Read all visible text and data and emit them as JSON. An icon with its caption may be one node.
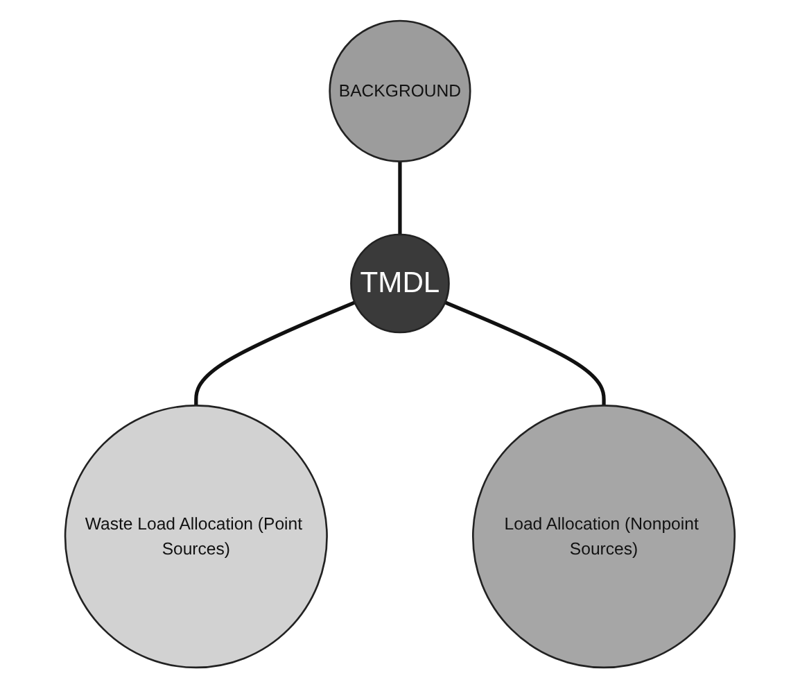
{
  "diagram": {
    "nodes": [
      {
        "text": [
          "BACKGROUND"
        ]
      },
      {
        "text": [
          "TMDL"
        ]
      },
      {
        "text": [
          "Waste Load Allocation (Point Sources)"
        ]
      },
      {
        "text": [
          "Load Allocation (Nonpoint Sources)"
        ]
      }
    ],
    "edges": [
      {
        "from": 0,
        "to": 1,
        "arrow": "none"
      },
      {
        "from": 1,
        "to": 2,
        "arrow": "none"
      },
      {
        "from": 1,
        "to": 3,
        "arrow": "none"
      }
    ]
  }
}
